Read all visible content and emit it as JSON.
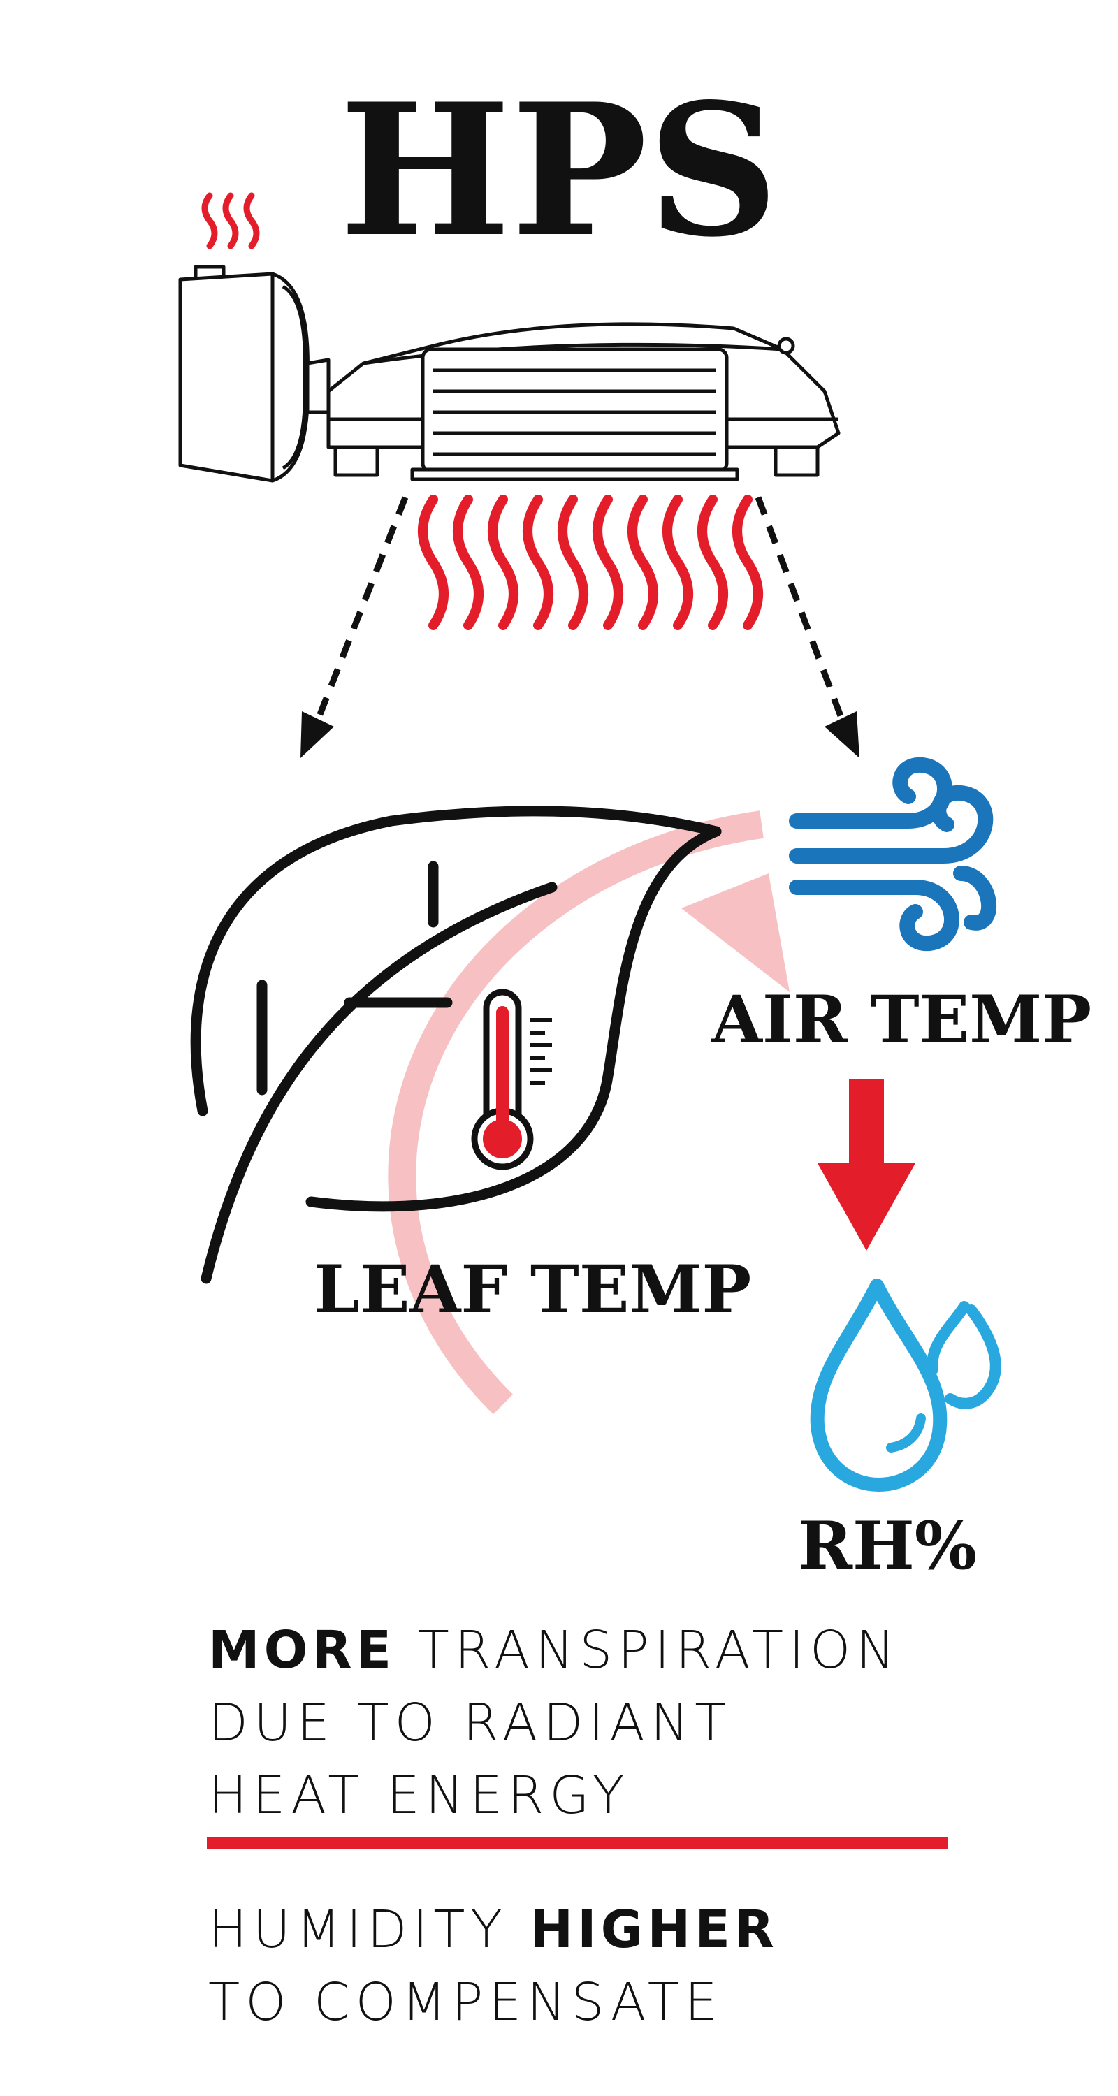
{
  "title": "HPS",
  "labels": {
    "air_temp": "AIR TEMP",
    "leaf_temp": "LEAF TEMP",
    "rh": "RH%"
  },
  "caption_top": {
    "emphasis": "MORE",
    "line1_rest": " TRANSPIRATION",
    "line2": "DUE TO RADIANT",
    "line3": "HEAT ENERGY"
  },
  "caption_bottom": {
    "line1_pre": "HUMIDITY ",
    "emphasis": "HIGHER",
    "line2": "TO COMPENSATE"
  },
  "colors": {
    "heat_red": "#e31e2a",
    "cycle_pink": "#f7c1c4",
    "wind_blue": "#1b75bb",
    "water_blue": "#29a8df",
    "ink": "#111111"
  },
  "icons": [
    "hps-lamp-icon",
    "heat-waves-icon",
    "leaf-icon",
    "thermometer-icon",
    "wind-icon",
    "water-drop-icon",
    "down-arrow-icon",
    "cycle-arrow-icon"
  ]
}
